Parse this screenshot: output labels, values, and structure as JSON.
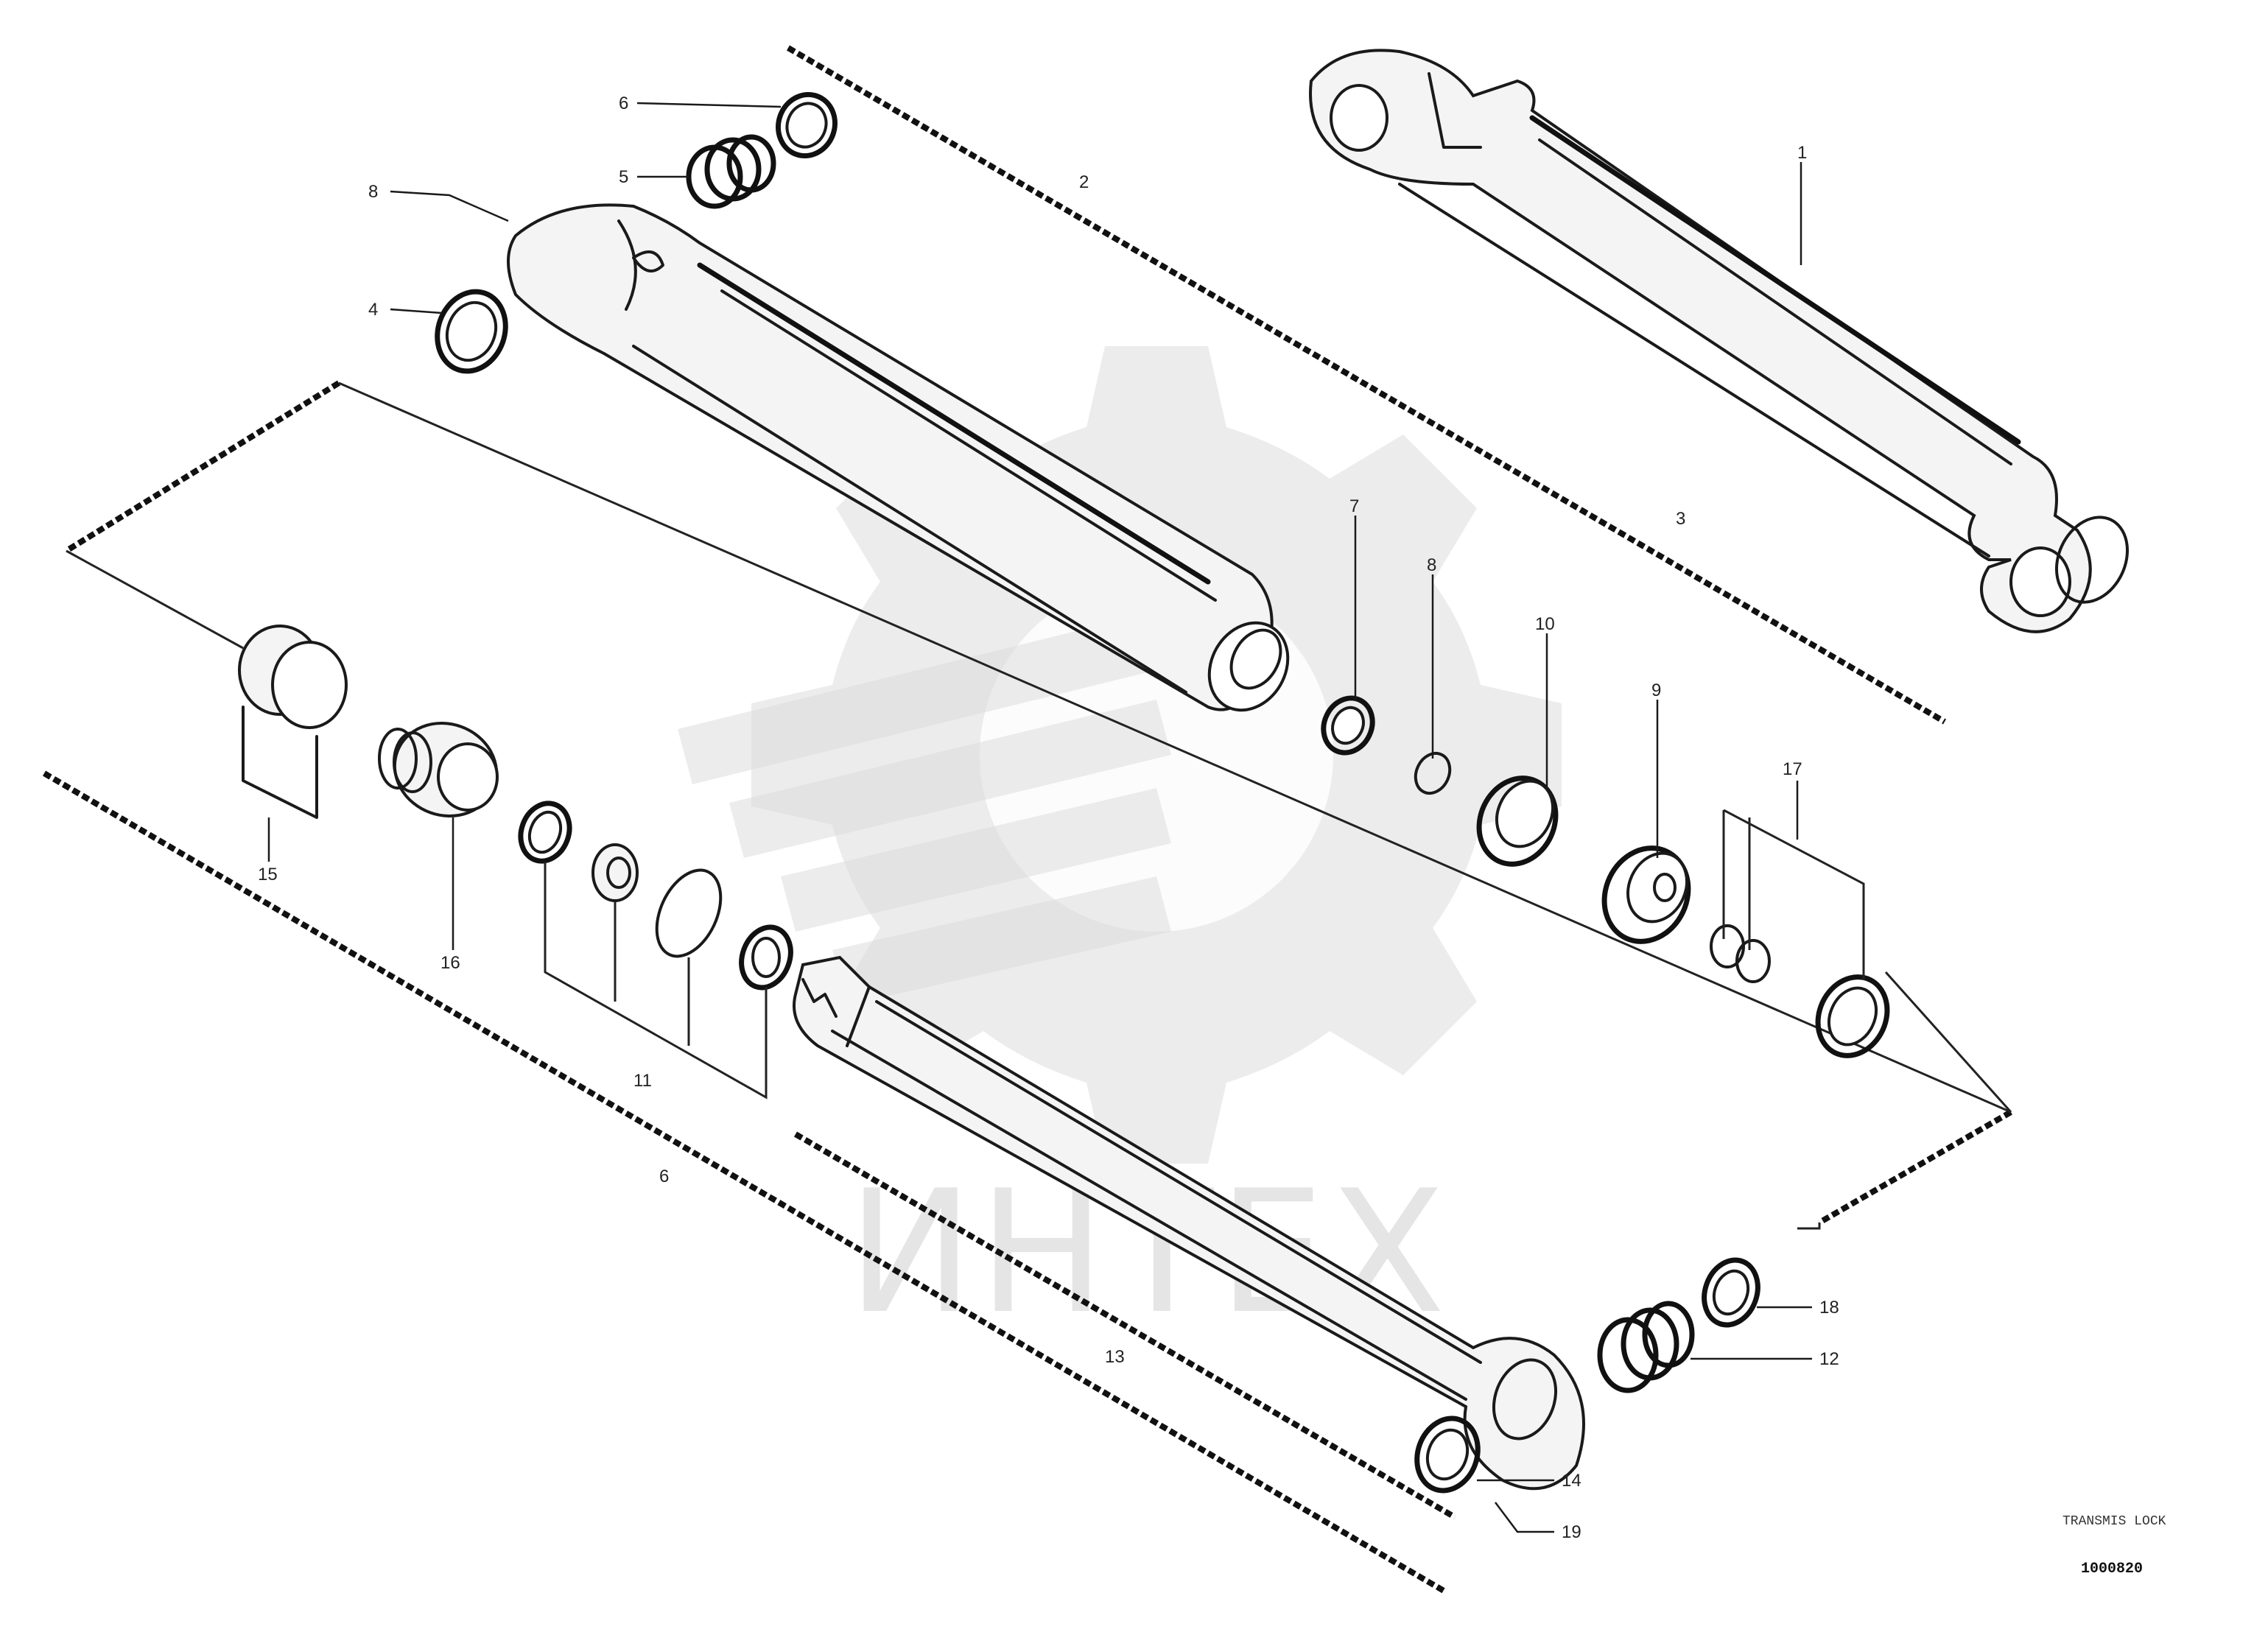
{
  "diagram": {
    "callouts": {
      "c6a": "6",
      "c5": "5",
      "c8a": "8",
      "c4": "4",
      "c2": "2",
      "c1": "1",
      "c3": "3",
      "c7": "7",
      "c8b": "8",
      "c10": "10",
      "c9": "9",
      "c17": "17",
      "c15": "15",
      "c16": "16",
      "c11": "11",
      "c6b": "6",
      "c13": "13",
      "c18": "18",
      "c12": "12",
      "c14": "14",
      "c19": "19"
    },
    "watermark": "ИНТЕХ",
    "reference_small": "TRANSMIS LOCK",
    "reference_code": "1000820"
  }
}
